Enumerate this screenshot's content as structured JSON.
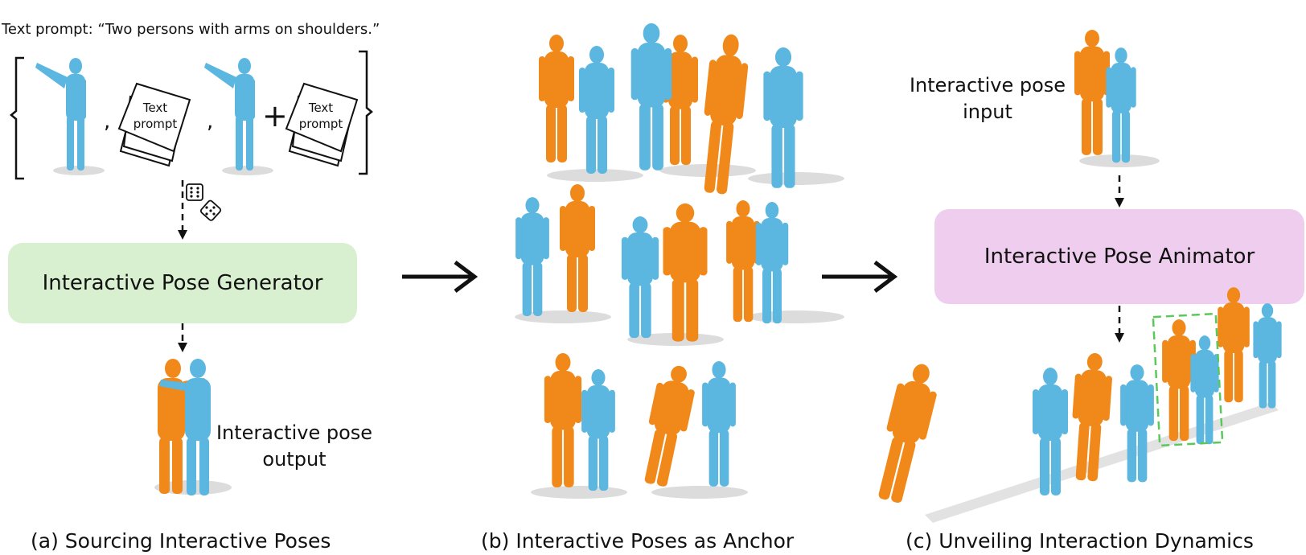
{
  "panel_a": {
    "text_prompt": "Text prompt: “Two persons with arms on shoulders.”",
    "comma_1": ",",
    "comma_2": ",",
    "plus": "+",
    "paper_1_label": "Text\nprompt",
    "paper_2_label": "Text\nprompt",
    "generator_label": "Interactive Pose Generator",
    "output_label": "Interactive pose\noutput",
    "caption": "(a) Sourcing Interactive Poses"
  },
  "panel_b": {
    "caption": "(b) Interactive Poses as Anchor"
  },
  "panel_c": {
    "input_label": "Interactive pose\ninput",
    "animator_label": "Interactive Pose Animator",
    "caption": "(c) Unveiling Interaction Dynamics"
  },
  "colors": {
    "generator_box": "#d9f0d0",
    "animator_box": "#efcdee",
    "orange_figure": "#f0891a",
    "blue_figure": "#5bb6e0",
    "highlight_dash": "#5bc85b",
    "shadow": "#d6d6d6"
  },
  "icons": [
    "dice-icon",
    "text-prompt-paper-icon",
    "arrow-right-icon",
    "dashed-arrow-down-icon",
    "person-figure-icon"
  ]
}
